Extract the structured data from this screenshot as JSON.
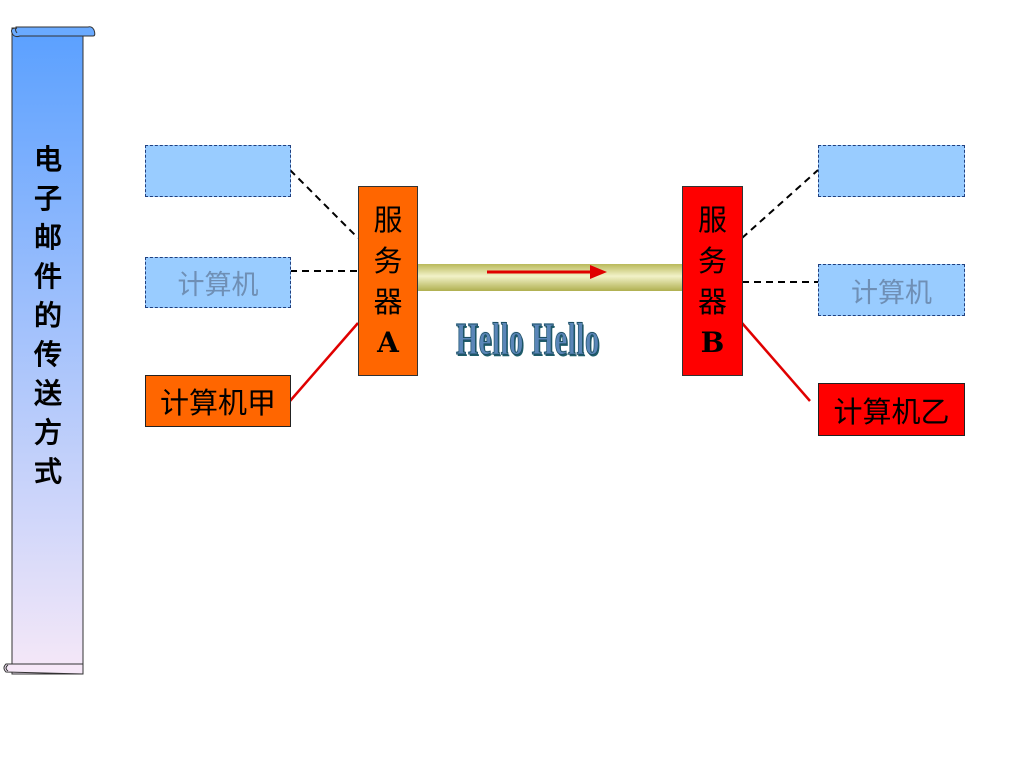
{
  "title": "电子邮件的传送方式",
  "server_a": {
    "chars": [
      "服",
      "务",
      "器"
    ],
    "letter": "A"
  },
  "server_b": {
    "chars": [
      "服",
      "务",
      "器"
    ],
    "letter": "B"
  },
  "left_computers": [
    "",
    "计算机",
    "计算机甲"
  ],
  "right_computers": [
    "",
    "计算机",
    "计算机乙"
  ],
  "animation_text": "Hello Hello",
  "colors": {
    "scroll_top": "#5aa0ff",
    "scroll_bottom": "#f6e8f8",
    "ghost_box": "#99ccff",
    "computer_jia": "#ff6600",
    "computer_yi": "#ff0000",
    "server_a": "#ff6600",
    "server_b": "#ff0000",
    "cable": "#d4d48c",
    "arrow": "#e00000"
  }
}
